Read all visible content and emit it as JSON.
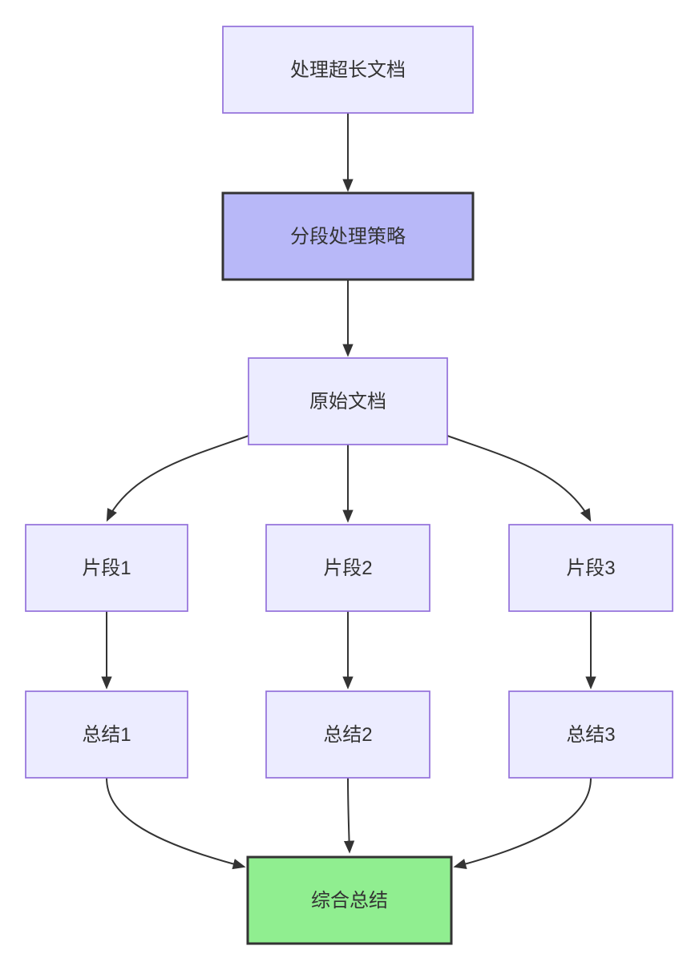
{
  "diagram": {
    "type": "flowchart",
    "direction": "top-down",
    "colors": {
      "background": "#ffffff",
      "node_fill_light": "#ECECFF",
      "node_border_light": "#9370DB",
      "node_fill_highlight": "#b8b8f8",
      "node_fill_result": "#90EE90",
      "node_border_dark": "#333333",
      "edge": "#333333",
      "text": "#333333"
    },
    "nodes": [
      {
        "id": "A",
        "label": "处理超长文档",
        "fill": "#ECECFF",
        "style": "default"
      },
      {
        "id": "B",
        "label": "分段处理策略",
        "fill": "#b8b8f8",
        "style": "highlight"
      },
      {
        "id": "C",
        "label": "原始文档",
        "fill": "#ECECFF",
        "style": "default"
      },
      {
        "id": "D",
        "label": "片段1",
        "fill": "#ECECFF",
        "style": "default"
      },
      {
        "id": "E",
        "label": "片段2",
        "fill": "#ECECFF",
        "style": "default"
      },
      {
        "id": "F",
        "label": "片段3",
        "fill": "#ECECFF",
        "style": "default"
      },
      {
        "id": "G",
        "label": "总结1",
        "fill": "#ECECFF",
        "style": "default"
      },
      {
        "id": "H",
        "label": "总结2",
        "fill": "#ECECFF",
        "style": "default"
      },
      {
        "id": "I",
        "label": "总结3",
        "fill": "#ECECFF",
        "style": "default"
      },
      {
        "id": "J",
        "label": "综合总结",
        "fill": "#90EE90",
        "style": "result"
      }
    ],
    "edges": [
      {
        "from": "处理超长文档",
        "to": "分段处理策略"
      },
      {
        "from": "分段处理策略",
        "to": "原始文档"
      },
      {
        "from": "原始文档",
        "to": "片段1"
      },
      {
        "from": "原始文档",
        "to": "片段2"
      },
      {
        "from": "原始文档",
        "to": "片段3"
      },
      {
        "from": "片段1",
        "to": "总结1"
      },
      {
        "from": "片段2",
        "to": "总结2"
      },
      {
        "from": "片段3",
        "to": "总结3"
      },
      {
        "from": "总结1",
        "to": "综合总结"
      },
      {
        "from": "总结2",
        "to": "综合总结"
      },
      {
        "from": "总结3",
        "to": "综合总结"
      }
    ]
  }
}
